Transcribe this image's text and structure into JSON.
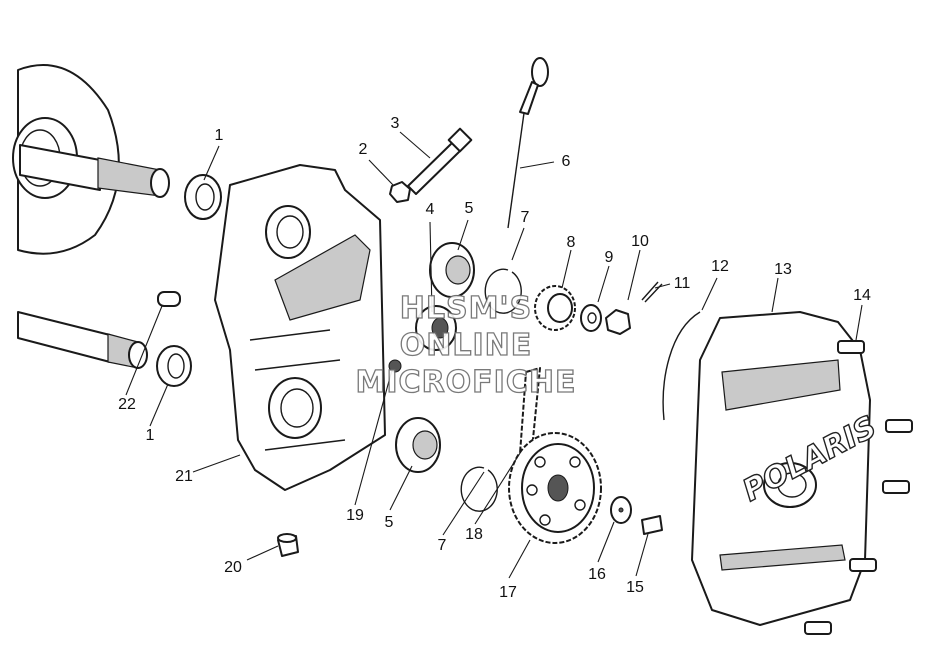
{
  "diagram": {
    "callouts": [
      "1",
      "2",
      "3",
      "4",
      "5",
      "6",
      "7",
      "8",
      "9",
      "10",
      "11",
      "12",
      "13",
      "14",
      "22",
      "1",
      "21",
      "19",
      "5",
      "7",
      "18",
      "17",
      "16",
      "15",
      "20"
    ],
    "watermark": {
      "line1": "HLSM'S",
      "line2": "ONLINE",
      "line3": "MICROFICHE"
    },
    "cover_brand": "POLARIS"
  }
}
